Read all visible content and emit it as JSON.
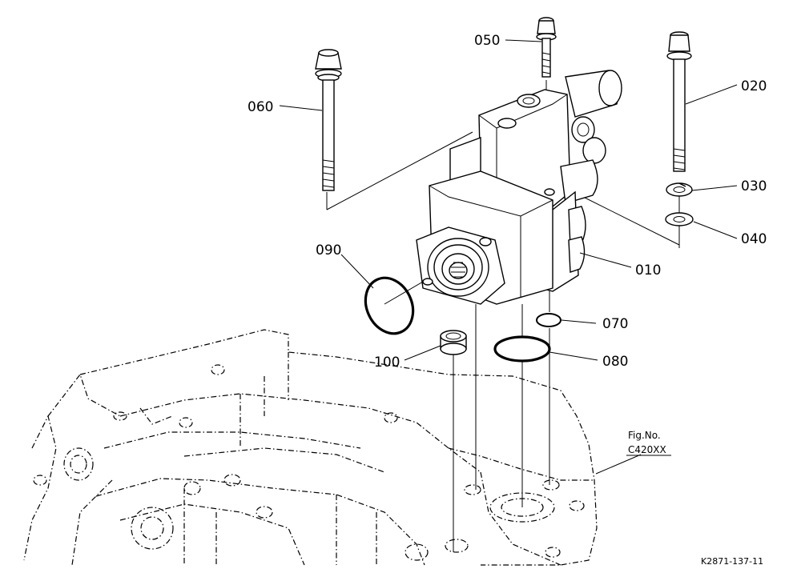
{
  "callouts": {
    "p010": "010",
    "p020": "020",
    "p030": "030",
    "p040": "040",
    "p050": "050",
    "p060": "060",
    "p070": "070",
    "p080": "080",
    "p090": "090",
    "p100": "100"
  },
  "figure_ref": {
    "line1": "Fig.No.",
    "line2": "C420XX"
  },
  "drawing_id": "K2871-137-11"
}
